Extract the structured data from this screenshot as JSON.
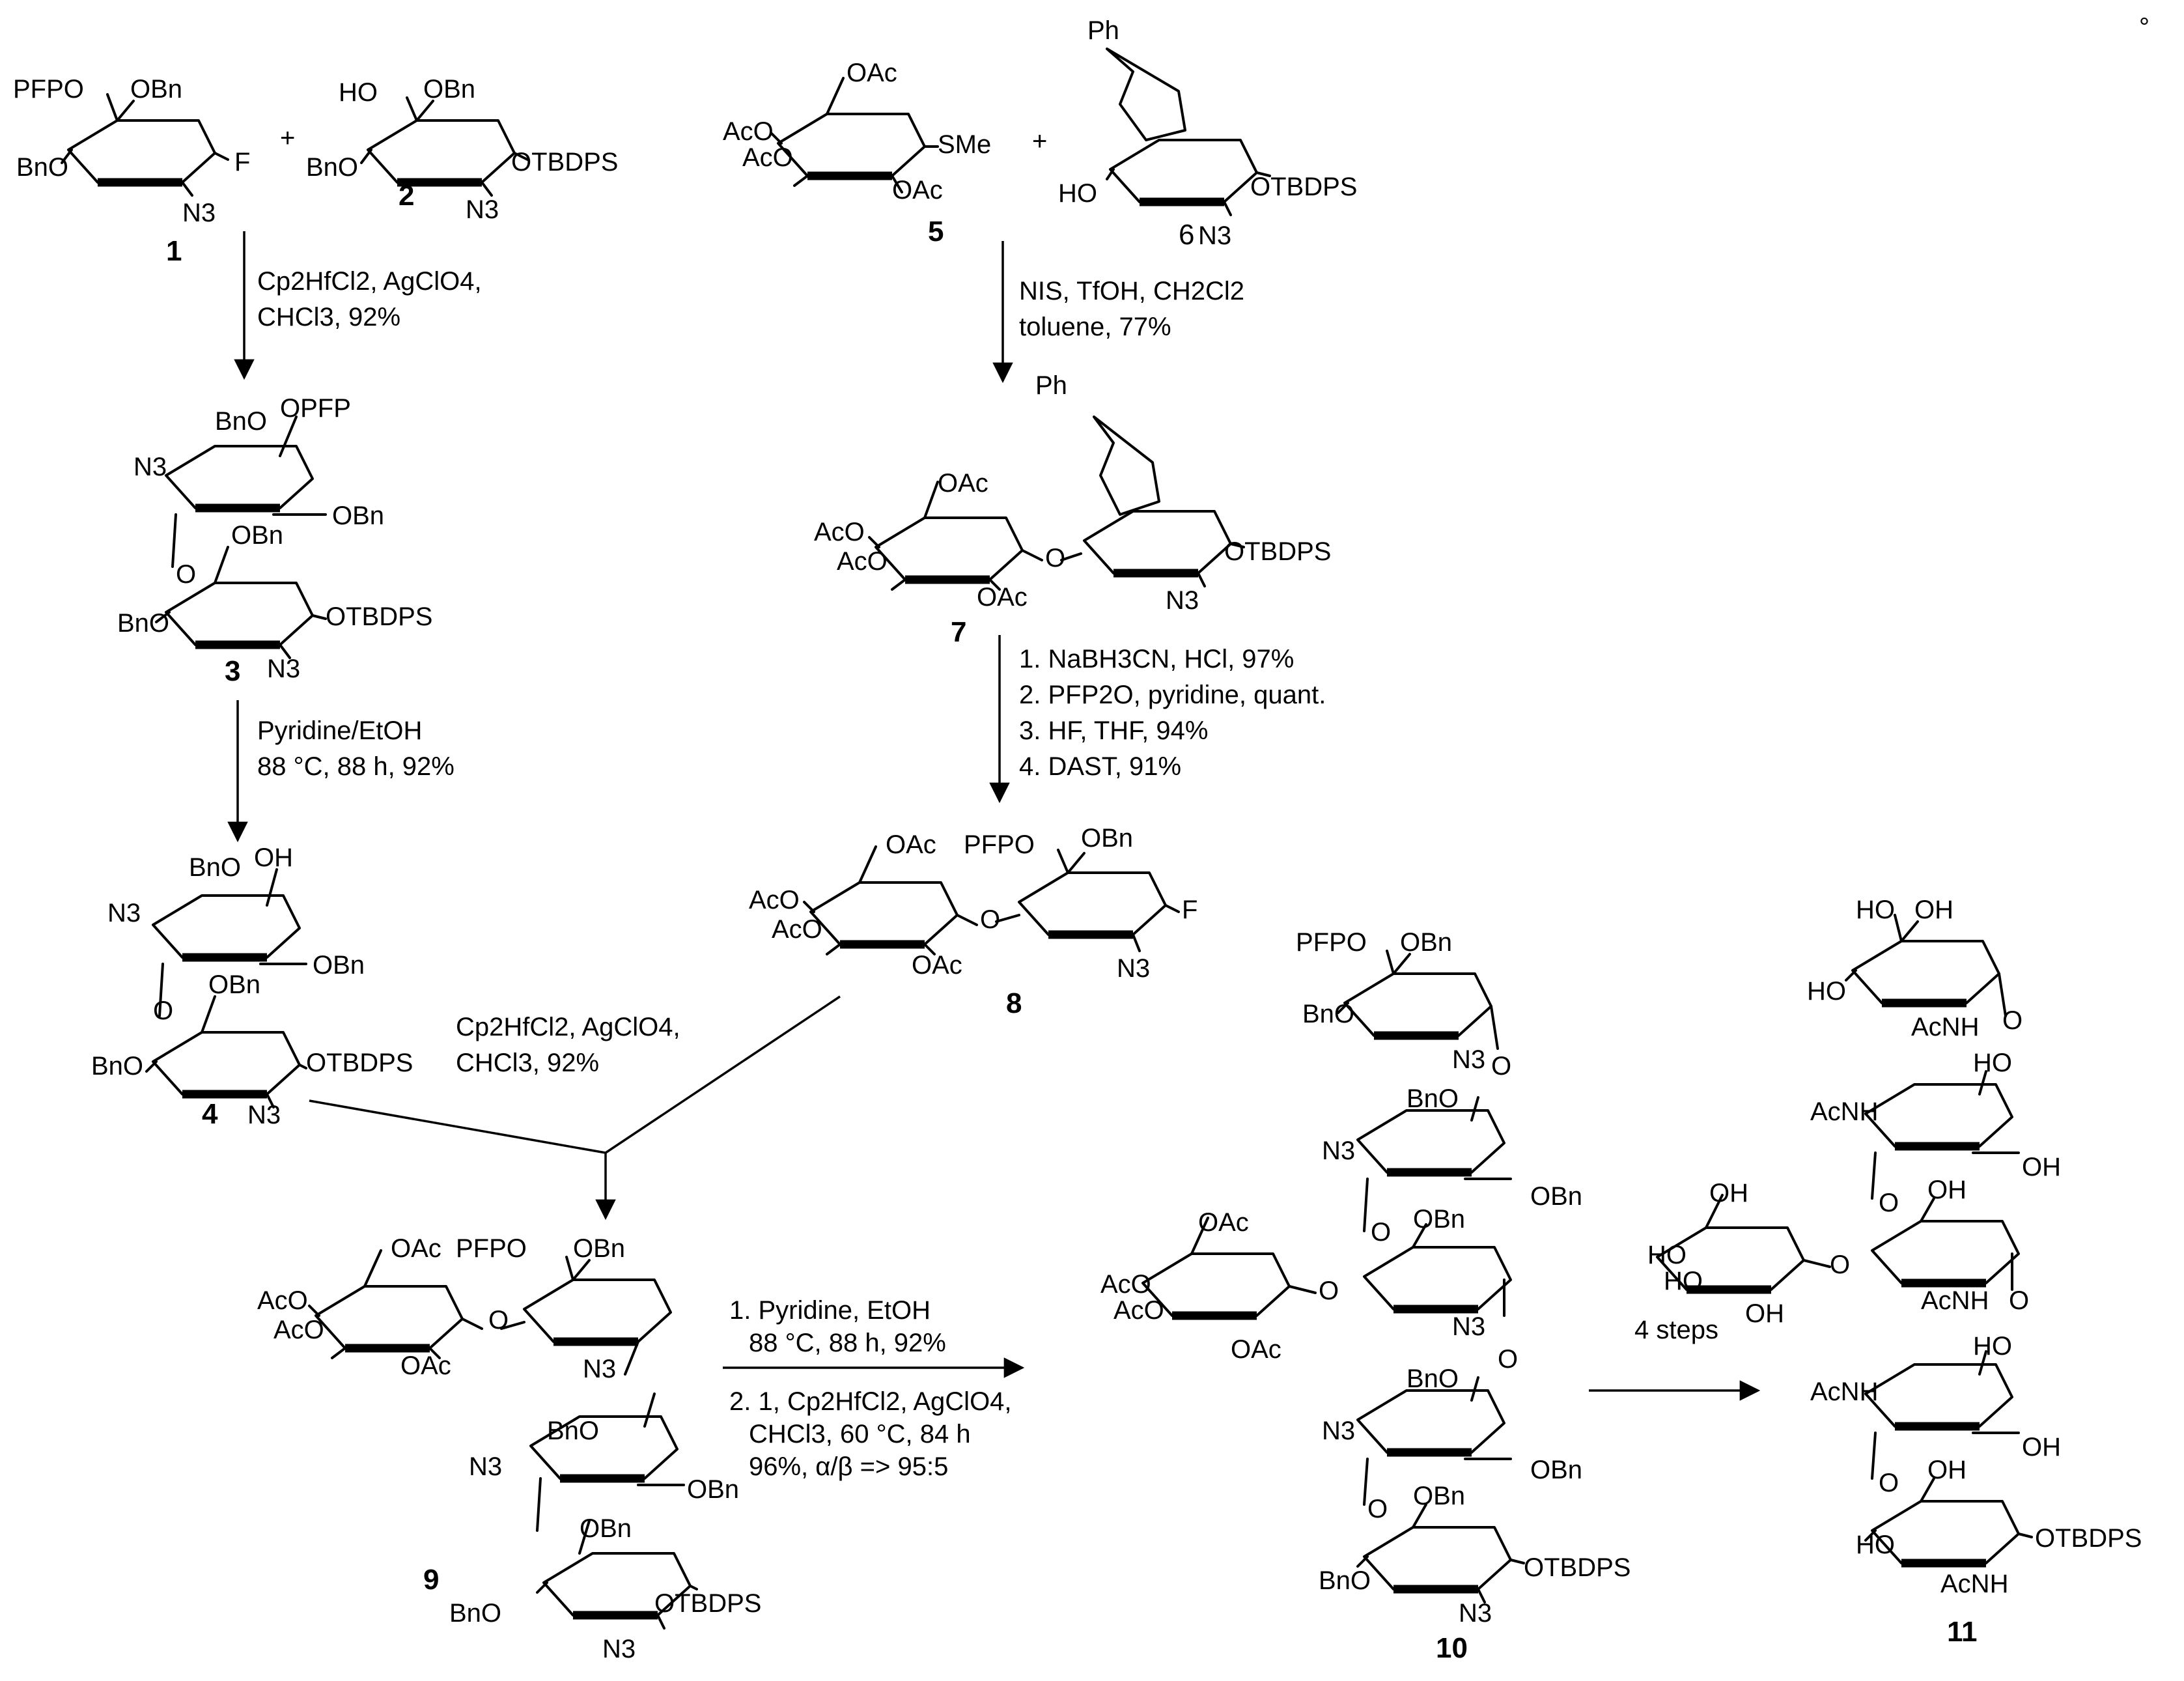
{
  "compounds": {
    "c1": {
      "number": "1",
      "labels": {
        "pfpo": "PFPO",
        "obn": "OBn",
        "bno": "BnO",
        "f": "F",
        "n3": "N3"
      }
    },
    "c2": {
      "number": "2",
      "labels": {
        "ho": "HO",
        "obn": "OBn",
        "bno": "BnO",
        "otbdps": "OTBDPS",
        "n3": "N3"
      }
    },
    "c3": {
      "number": "3",
      "labels": {
        "bno_top": "BnO",
        "opfp": "OPFP",
        "n3_top": "N3",
        "obn_top": "OBn",
        "obn_mid": "OBn",
        "bno_bot": "BnO",
        "otbdps": "OTBDPS",
        "n3_bot": "N3"
      }
    },
    "c4": {
      "number": "4",
      "labels": {
        "bno_top": "BnO",
        "oh": "OH",
        "n3_top": "N3",
        "obn_top": "OBn",
        "obn_mid": "OBn",
        "bno_bot": "BnO",
        "otbdps": "OTBDPS",
        "n3_bot": "N3"
      }
    },
    "c5": {
      "number": "5",
      "labels": {
        "oac6": "OAc",
        "aco4": "AcO",
        "aco3": "AcO",
        "sme": "SMe",
        "oac2": "OAc"
      }
    },
    "c6": {
      "number": "6",
      "labels": {
        "ph": "Ph",
        "ho": "HO",
        "otbdps": "OTBDPS",
        "n3": "N3"
      }
    },
    "c7": {
      "number": "7",
      "labels": {
        "ph": "Ph",
        "oac6": "OAc",
        "aco4": "AcO",
        "aco3": "AcO",
        "oac2": "OAc",
        "otbdps": "OTBDPS",
        "n3": "N3"
      }
    },
    "c8": {
      "number": "8",
      "labels": {
        "oac6": "OAc",
        "pfpo": "PFPO",
        "obn": "OBn",
        "aco4": "AcO",
        "aco3": "AcO",
        "f": "F",
        "oac2": "OAc",
        "n3": "N3"
      }
    },
    "c9": {
      "number": "9",
      "labels": {
        "oac6": "OAc",
        "pfpo": "PFPO",
        "obn": "OBn",
        "aco4": "AcO",
        "aco3": "AcO",
        "oac2": "OAc",
        "n3_a": "N3",
        "bno_m": "BnO",
        "n3_m": "N3",
        "obn_m": "OBn",
        "obn_b6": "OBn",
        "bno_b": "BnO",
        "otbdps": "OTBDPS",
        "n3_b": "N3"
      }
    },
    "c10": {
      "number": "10",
      "labels": {
        "pfpo": "PFPO",
        "obn": "OBn",
        "bno": "BnO",
        "n3": "N3",
        "oac6": "OAc",
        "aco4": "AcO",
        "aco3": "AcO",
        "oac2": "OAc",
        "otbdps": "OTBDPS"
      }
    },
    "c11": {
      "number": "11",
      "labels": {
        "ho": "HO",
        "oh": "OH",
        "acnh": "AcNH",
        "nhac": "AcNH",
        "otbdps": "OTBDPS"
      }
    }
  },
  "plus_signs": [
    "+",
    "+"
  ],
  "degree_mark": "°",
  "reagents": {
    "step_1_2": [
      "Cp2HfCl2, AgClO4,",
      "CHCl3, 92%"
    ],
    "step_3_4": [
      "Pyridine/EtOH",
      "88 °C, 88 h, 92%"
    ],
    "step_5_6": [
      "NIS, TfOH, CH2Cl2",
      "toluene, 77%"
    ],
    "step_7_8": [
      "1. NaBH3CN, HCl, 97%",
      "2. PFP2O, pyridine, quant.",
      "3. HF, THF, 94%",
      "4. DAST, 91%"
    ],
    "step_4_8": [
      "Cp2HfCl2, AgClO4,",
      "CHCl3, 92%"
    ],
    "step_9_10": [
      "1. Pyridine, EtOH",
      "88 °C, 88 h, 92%",
      "2. 1, Cp2HfCl2, AgClO4,",
      "CHCl3, 60 °C, 84 h",
      "96%, α/β => 95:5"
    ],
    "step_10_11": [
      "4 steps"
    ]
  }
}
